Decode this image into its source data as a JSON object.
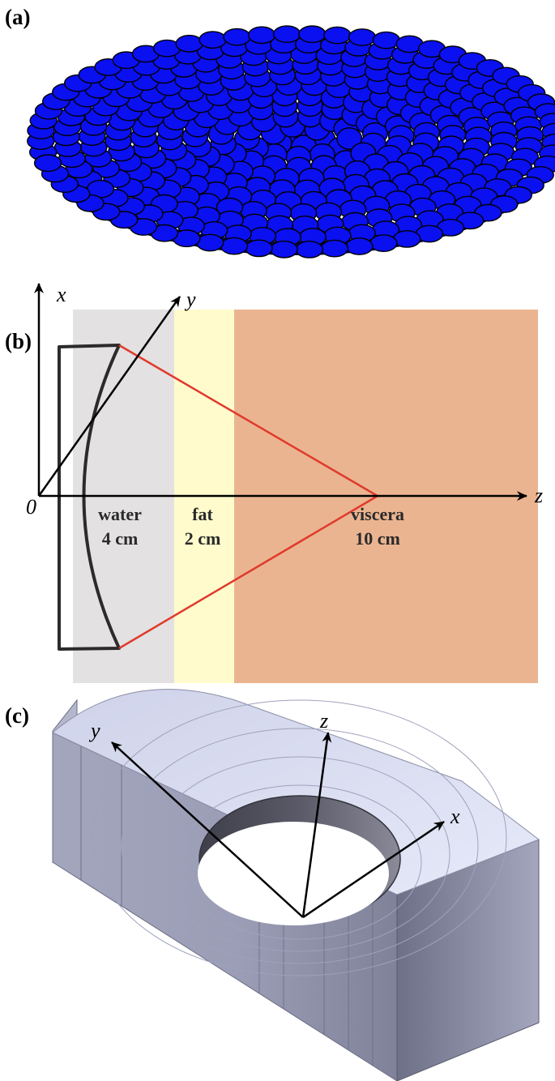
{
  "panel_a": {
    "label": "(a)"
  },
  "panel_b": {
    "label": "(b)",
    "axes": {
      "x": "x",
      "y": "y",
      "z": "z",
      "origin": "0"
    },
    "layers": [
      {
        "name": "water",
        "thickness": "4 cm",
        "color": "#e3e1e2"
      },
      {
        "name": "fat",
        "thickness": "2 cm",
        "color": "#fffbcc"
      },
      {
        "name": "viscera",
        "thickness": "10 cm",
        "color": "#ebb490"
      }
    ],
    "beam_color": "#e03a2c"
  },
  "panel_c": {
    "label": "(c)",
    "axes": {
      "x": "x",
      "y": "y",
      "z": "z"
    },
    "colors": {
      "top": "#d7dbf0",
      "side": "#8e91aa",
      "inner": "#4d4d5a"
    }
  },
  "element_color": "#0a10f0"
}
